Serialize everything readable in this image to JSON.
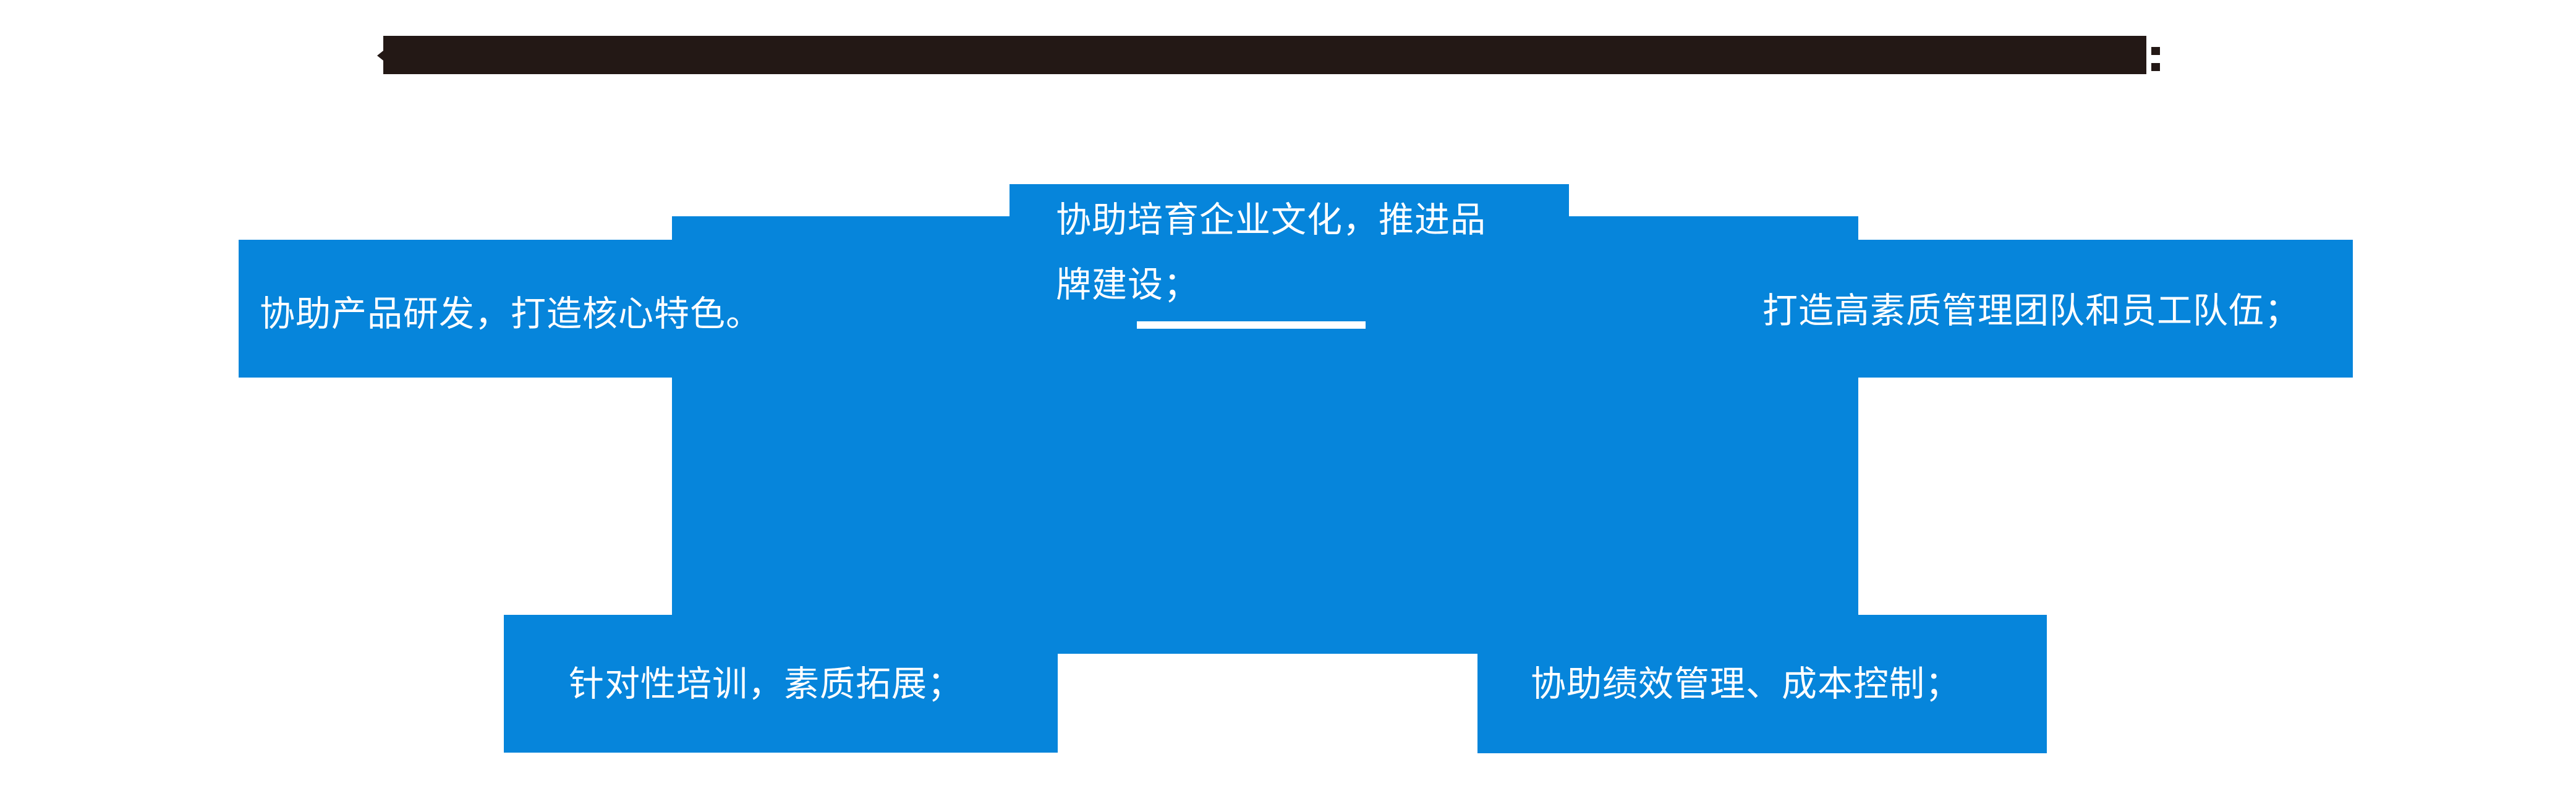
{
  "colors": {
    "primary_blue": "#0685DB",
    "title_bar_dark": "#231815",
    "text_white": "#ffffff",
    "background": "#ffffff"
  },
  "title_bar": {
    "note": "solid dark heading strip, glyphs merged and illegible",
    "end_punctuation": "："
  },
  "boxes": {
    "top_center": {
      "text": "协助培育企业文化，推进品牌建设；",
      "lines": [
        "协助培育企业文化，推进品",
        "牌建设；"
      ],
      "has_underline": true
    },
    "left": {
      "text": "协助产品研发，打造核心特色。"
    },
    "right": {
      "text": "打造高素质管理团队和员工队伍；"
    },
    "bottom_left": {
      "text": "针对性培训，素质拓展；"
    },
    "bottom_right": {
      "text": "协助绩效管理、成本控制；"
    }
  }
}
